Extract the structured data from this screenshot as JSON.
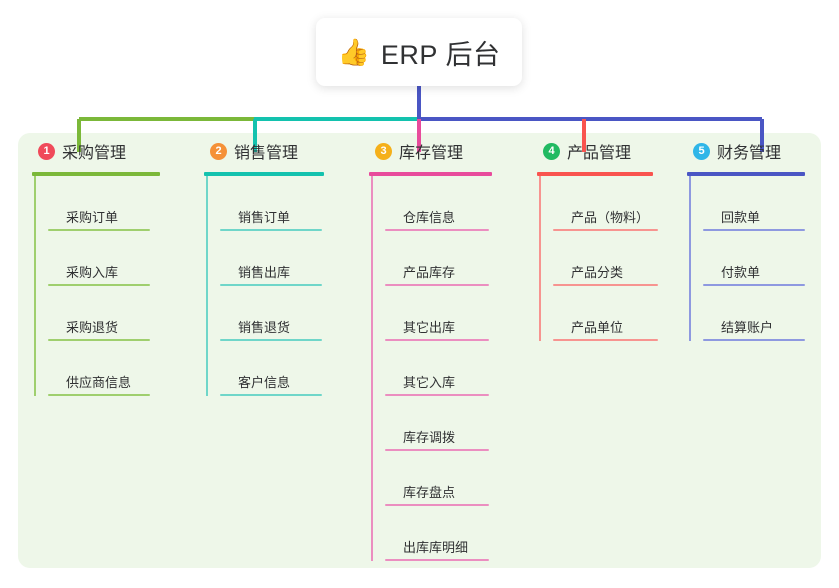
{
  "root": {
    "icon": "thumbs-up-icon",
    "emoji": "👍",
    "title": "ERP 后台"
  },
  "panel": {
    "background_color": "#eef7e9"
  },
  "connector_colors": {
    "bus_left": "#7bb839",
    "bus_mid": "#13c2ae",
    "bus_right": "#4a56c4",
    "trunk": "#4a56c4"
  },
  "columns": [
    {
      "number": "1",
      "title": "采购管理",
      "accent": "#7bb839",
      "item_accent": "#9fcf6e",
      "badge_color": "#f04a5a",
      "drop_color": "#7bb839",
      "items": [
        {
          "label": "采购订单"
        },
        {
          "label": "采购入库"
        },
        {
          "label": "采购退货"
        },
        {
          "label": "供应商信息"
        }
      ]
    },
    {
      "number": "2",
      "title": "销售管理",
      "accent": "#13c2ae",
      "item_accent": "#6fd6c9",
      "badge_color": "#f59138",
      "drop_color": "#13c2ae",
      "items": [
        {
          "label": "销售订单"
        },
        {
          "label": "销售出库"
        },
        {
          "label": "销售退货"
        },
        {
          "label": "客户信息"
        }
      ]
    },
    {
      "number": "3",
      "title": "库存管理",
      "accent": "#e84b9c",
      "item_accent": "#eb8ec0",
      "badge_color": "#f5b01a",
      "drop_color": "#e84b9c",
      "items": [
        {
          "label": "仓库信息"
        },
        {
          "label": "产品库存"
        },
        {
          "label": "其它出库"
        },
        {
          "label": "其它入库"
        },
        {
          "label": "库存调拨"
        },
        {
          "label": "库存盘点"
        },
        {
          "label": "出库库明细"
        }
      ]
    },
    {
      "number": "4",
      "title": "产品管理",
      "accent": "#f9544f",
      "item_accent": "#f79490",
      "badge_color": "#21ba62",
      "drop_color": "#f9544f",
      "items": [
        {
          "label": "产品（物料）"
        },
        {
          "label": "产品分类"
        },
        {
          "label": "产品单位"
        }
      ]
    },
    {
      "number": "5",
      "title": "财务管理",
      "accent": "#4a56c4",
      "item_accent": "#8e99e0",
      "badge_color": "#2fb6e8",
      "drop_color": "#4a56c4",
      "items": [
        {
          "label": "回款单"
        },
        {
          "label": "付款单"
        },
        {
          "label": "结算账户"
        }
      ]
    }
  ]
}
